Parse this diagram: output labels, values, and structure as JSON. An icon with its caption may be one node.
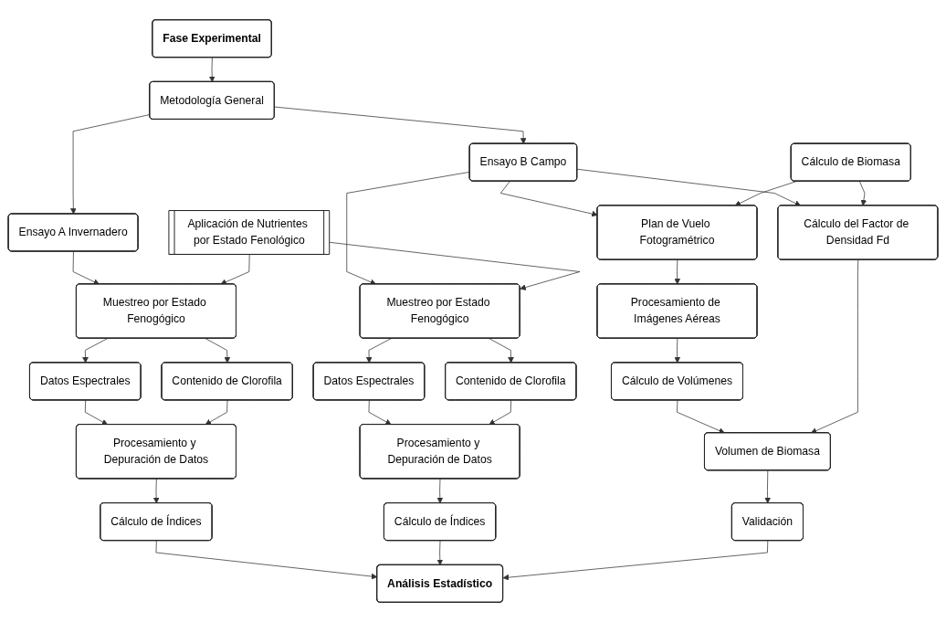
{
  "diagram": {
    "nodes": [
      {
        "text": [
          "Fase Experimental"
        ]
      },
      {
        "text": [
          "Metodología General"
        ]
      },
      {
        "text": [
          "Ensayo A Invernadero"
        ]
      },
      {
        "text": [
          "Ensayo B Campo"
        ]
      },
      {
        "text": [
          "Cálculo de Biomasa"
        ]
      },
      {
        "text": [
          "Aplicación de Nutrientes por Estado Fenológico"
        ]
      },
      {
        "text": [
          "Muestreo por Estado Fenogógico"
        ]
      },
      {
        "text": [
          "Muestreo por Estado Fenogógico"
        ]
      },
      {
        "text": [
          "Plan de Vuelo Fotogramétrico"
        ]
      },
      {
        "text": [
          "Datos Espectrales"
        ]
      },
      {
        "text": [
          "Contenido de Clorofila"
        ]
      },
      {
        "text": [
          "Datos Espectrales"
        ]
      },
      {
        "text": [
          "Contenido de Clorofila"
        ]
      },
      {
        "text": [
          "Procesamiento de Imágenes Aéreas"
        ]
      },
      {
        "text": [
          "Cálculo del Factor de Densidad Fd"
        ]
      },
      {
        "text": [
          "Procesamiento y Depuración de Datos"
        ]
      },
      {
        "text": [
          "Procesamiento y Depuración de Datos"
        ]
      },
      {
        "text": [
          "Cálculo de Volúmenes"
        ]
      },
      {
        "text": [
          "Volumen de Biomasa"
        ]
      },
      {
        "text": [
          "Cálculo de Índices"
        ]
      },
      {
        "text": [
          "Cálculo de Índices"
        ]
      },
      {
        "text": [
          "Validación"
        ]
      },
      {
        "text": [
          "Análisis Estadístico"
        ]
      }
    ],
    "edges": [
      {
        "from": 0,
        "to": 1,
        "arrow": "to"
      },
      {
        "from": 1,
        "to": 2,
        "arrow": "to"
      },
      {
        "from": 1,
        "to": 3,
        "arrow": "to"
      },
      {
        "from": 3,
        "to": 8,
        "arrow": "to"
      },
      {
        "from": 3,
        "to": 14,
        "arrow": "to"
      },
      {
        "from": 4,
        "to": 8,
        "arrow": "to"
      },
      {
        "from": 4,
        "to": 14,
        "arrow": "to"
      },
      {
        "from": 2,
        "to": 6,
        "arrow": "to"
      },
      {
        "from": 3,
        "to": 7,
        "arrow": "to"
      },
      {
        "from": 5,
        "to": 6,
        "arrow": "to"
      },
      {
        "from": 5,
        "to": 7,
        "arrow": "to"
      },
      {
        "from": 6,
        "to": 9,
        "arrow": "to"
      },
      {
        "from": 6,
        "to": 10,
        "arrow": "to"
      },
      {
        "from": 7,
        "to": 11,
        "arrow": "to"
      },
      {
        "from": 7,
        "to": 12,
        "arrow": "to"
      },
      {
        "from": 9,
        "to": 15,
        "arrow": "to"
      },
      {
        "from": 10,
        "to": 15,
        "arrow": "to"
      },
      {
        "from": 11,
        "to": 16,
        "arrow": "to"
      },
      {
        "from": 12,
        "to": 16,
        "arrow": "to"
      },
      {
        "from": 15,
        "to": 19,
        "arrow": "to"
      },
      {
        "from": 16,
        "to": 20,
        "arrow": "to"
      },
      {
        "from": 8,
        "to": 13,
        "arrow": "to"
      },
      {
        "from": 13,
        "to": 17,
        "arrow": "to"
      },
      {
        "from": 17,
        "to": 18,
        "arrow": "to"
      },
      {
        "from": 14,
        "to": 18,
        "arrow": "to"
      },
      {
        "from": 18,
        "to": 21,
        "arrow": "to"
      },
      {
        "from": 19,
        "to": 22,
        "arrow": "to"
      },
      {
        "from": 20,
        "to": 22,
        "arrow": "to"
      },
      {
        "from": 21,
        "to": 22,
        "arrow": "to"
      }
    ]
  }
}
